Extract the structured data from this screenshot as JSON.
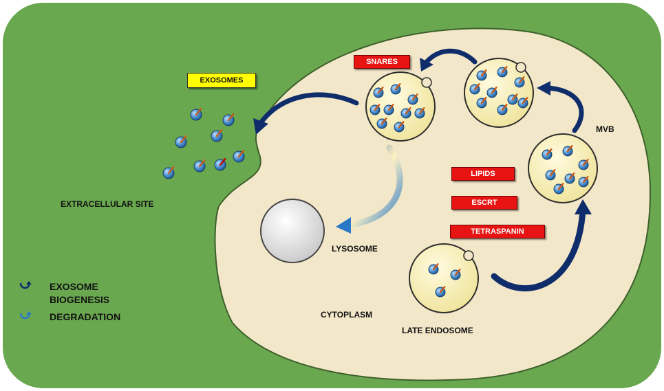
{
  "diagram": {
    "labels": {
      "exosomes": "EXOSOMES",
      "snares": "SNARES",
      "lipids": "LIPIDS",
      "escrt": "ESCRT",
      "tetraspanin": "TETRASPANIN",
      "mvb": "MVB",
      "extracellular_site": "EXTRACELLULAR SITE",
      "lysosome": "LYSOSOME",
      "cytoplasm": "CYTOPLASM",
      "late_endosome": "LATE ENDOSOME"
    },
    "legend": {
      "biogenesis_line1": "EXOSOME",
      "biogenesis_line2": "BIOGENESIS",
      "degradation": "DEGRADATION"
    },
    "colors": {
      "extracellular": "#6aa84f",
      "cytoplasm": "#f3e7c9",
      "biogenesis_arrow": "#0f2d6b",
      "degradation_arrow": "#2a78c8",
      "tag_red": "#e81414",
      "tag_yellow": "#ffff00",
      "vesicle_blue": "#4a8fd0",
      "mvb_fill": "#f7f0b4"
    }
  }
}
